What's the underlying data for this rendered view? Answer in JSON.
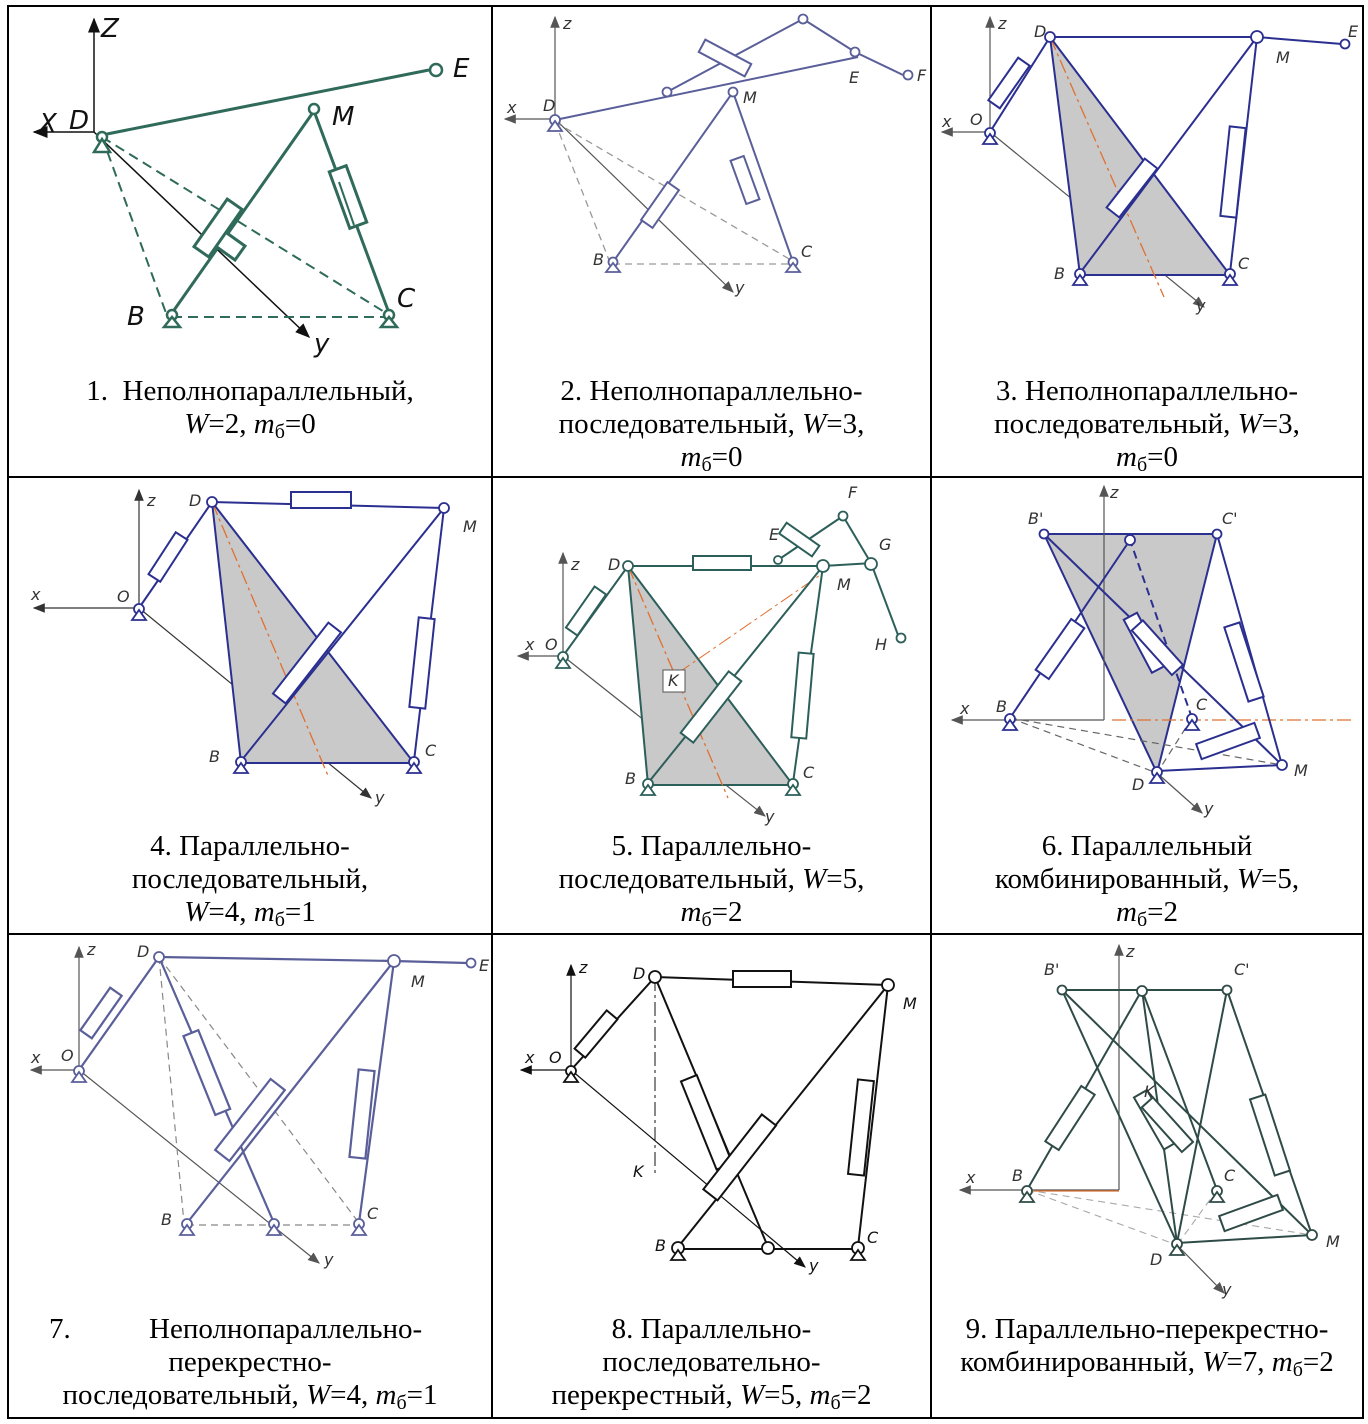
{
  "page": {
    "header_fragment": "                                                                  "
  },
  "cells": [
    {
      "id": 1,
      "num": "1.",
      "name_lines": [
        "Неполнопараллельный,"
      ],
      "w_value": "2",
      "mb_value": "0",
      "labels": {
        "z": "Z",
        "x": "X",
        "d": "D",
        "e": "E",
        "m": "M",
        "b": "B",
        "c": "C",
        "y": "y"
      }
    },
    {
      "id": 2,
      "num": "2.",
      "name_lines": [
        "Неполнопараллельно-",
        "последовательный,"
      ],
      "w_value": "3",
      "mb_value": "0",
      "labels": {
        "z": "z",
        "x": "x",
        "d": "D",
        "e": "E",
        "f": "F",
        "m": "M",
        "b": "B",
        "c": "C",
        "y": "y"
      }
    },
    {
      "id": 3,
      "num": "3.",
      "name_lines": [
        "Неполнопараллельно-",
        "последовательный,"
      ],
      "w_value": "3",
      "mb_value": "0",
      "labels": {
        "z": "z",
        "x": "x",
        "o": "O",
        "d": "D",
        "e": "E",
        "m": "M",
        "b": "B",
        "c": "C",
        "y": "y"
      }
    },
    {
      "id": 4,
      "num": "4.",
      "name_lines": [
        "Параллельно-",
        "последовательный,"
      ],
      "w_value": "4",
      "mb_value": "1",
      "labels": {
        "z": "z",
        "x": "x",
        "o": "O",
        "d": "D",
        "m": "M",
        "b": "B",
        "c": "C",
        "y": "y"
      }
    },
    {
      "id": 5,
      "num": "5.",
      "name_lines": [
        "Параллельно-",
        "последовательный,"
      ],
      "w_value": "5",
      "mb_value": "2",
      "labels": {
        "z": "z",
        "x": "x",
        "o": "O",
        "d": "D",
        "e": "E",
        "f": "F",
        "g": "G",
        "h": "H",
        "m": "M",
        "k": "K",
        "b": "B",
        "c": "C",
        "y": "y"
      }
    },
    {
      "id": 6,
      "num": "6.",
      "name_lines": [
        "Параллельный",
        "комбинированный,"
      ],
      "w_value": "5",
      "mb_value": "2",
      "labels": {
        "z": "z",
        "x": "x",
        "b2": "B'",
        "c2": "C'",
        "b": "B",
        "c": "C",
        "m": "M",
        "d": "D",
        "y": "y"
      }
    },
    {
      "id": 7,
      "num": "7.",
      "name_lines": [
        "Неполнопараллельно-",
        "перекрестно-",
        "последовательный,"
      ],
      "w_value": "4",
      "mb_value": "1",
      "labels": {
        "z": "z",
        "x": "x",
        "o": "O",
        "d": "D",
        "e": "E",
        "m": "M",
        "b": "B",
        "c": "C",
        "y": "y"
      }
    },
    {
      "id": 8,
      "num": "8.",
      "name_lines": [
        "Параллельно-",
        "последовательно-",
        "перекрестный,"
      ],
      "w_value": "5",
      "mb_value": "2",
      "labels": {
        "z": "z",
        "x": "x",
        "o": "O",
        "d": "D",
        "m": "M",
        "k": "K",
        "b": "B",
        "c": "C",
        "y": "y"
      }
    },
    {
      "id": 9,
      "num": "9.",
      "name_lines": [
        "Параллельно-перекрестно-",
        "комбинированный,"
      ],
      "w_value": "7",
      "mb_value": "2",
      "labels": {
        "z": "z",
        "x": "x",
        "b2": "B'",
        "c2": "C'",
        "b": "B",
        "c": "C",
        "k": "K",
        "m": "M",
        "d": "D",
        "y": "y"
      }
    }
  ],
  "symbols": {
    "w": "W",
    "eq": "=",
    "m": "m",
    "sub": "б",
    "comma": ","
  },
  "colors": {
    "green": "#2f6a5a",
    "blue_gray": "#5a5f99",
    "navy": "#2b2f8f",
    "teal": "#2d5f5a",
    "dark_teal": "#2f4b47",
    "black": "#111111",
    "gray_fill": "#c9c9c9",
    "orange": "#e07030",
    "axis_gray": "#777777"
  }
}
